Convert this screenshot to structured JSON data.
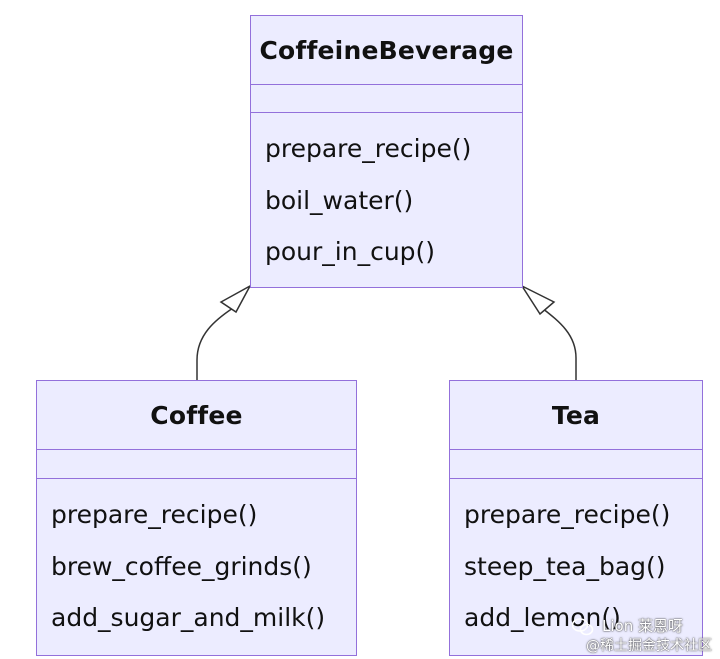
{
  "diagram": {
    "classes": [
      {
        "id": "caffeine",
        "name": "CoffeineBeverage",
        "attributes": [],
        "methods": [
          "prepare_recipe()",
          "boil_water()",
          "pour_in_cup()"
        ]
      },
      {
        "id": "coffee",
        "name": "Coffee",
        "attributes": [],
        "methods": [
          "prepare_recipe()",
          "brew_coffee_grinds()",
          "add_sugar_and_milk()"
        ]
      },
      {
        "id": "tea",
        "name": "Tea",
        "attributes": [],
        "methods": [
          "prepare_recipe()",
          "steep_tea_bag()",
          "add_lemon()"
        ]
      }
    ],
    "relations": [
      {
        "from": "coffee",
        "to": "caffeine",
        "type": "inheritance"
      },
      {
        "from": "tea",
        "to": "caffeine",
        "type": "inheritance"
      }
    ],
    "colors": {
      "box_fill": "#ececff",
      "box_border": "#9370db",
      "line": "#333333",
      "text": "#111111"
    }
  },
  "watermark": {
    "icon": "wechat-icon",
    "line1": "Lion 莱恩呀",
    "line2": "@稀土掘金技术社区"
  }
}
